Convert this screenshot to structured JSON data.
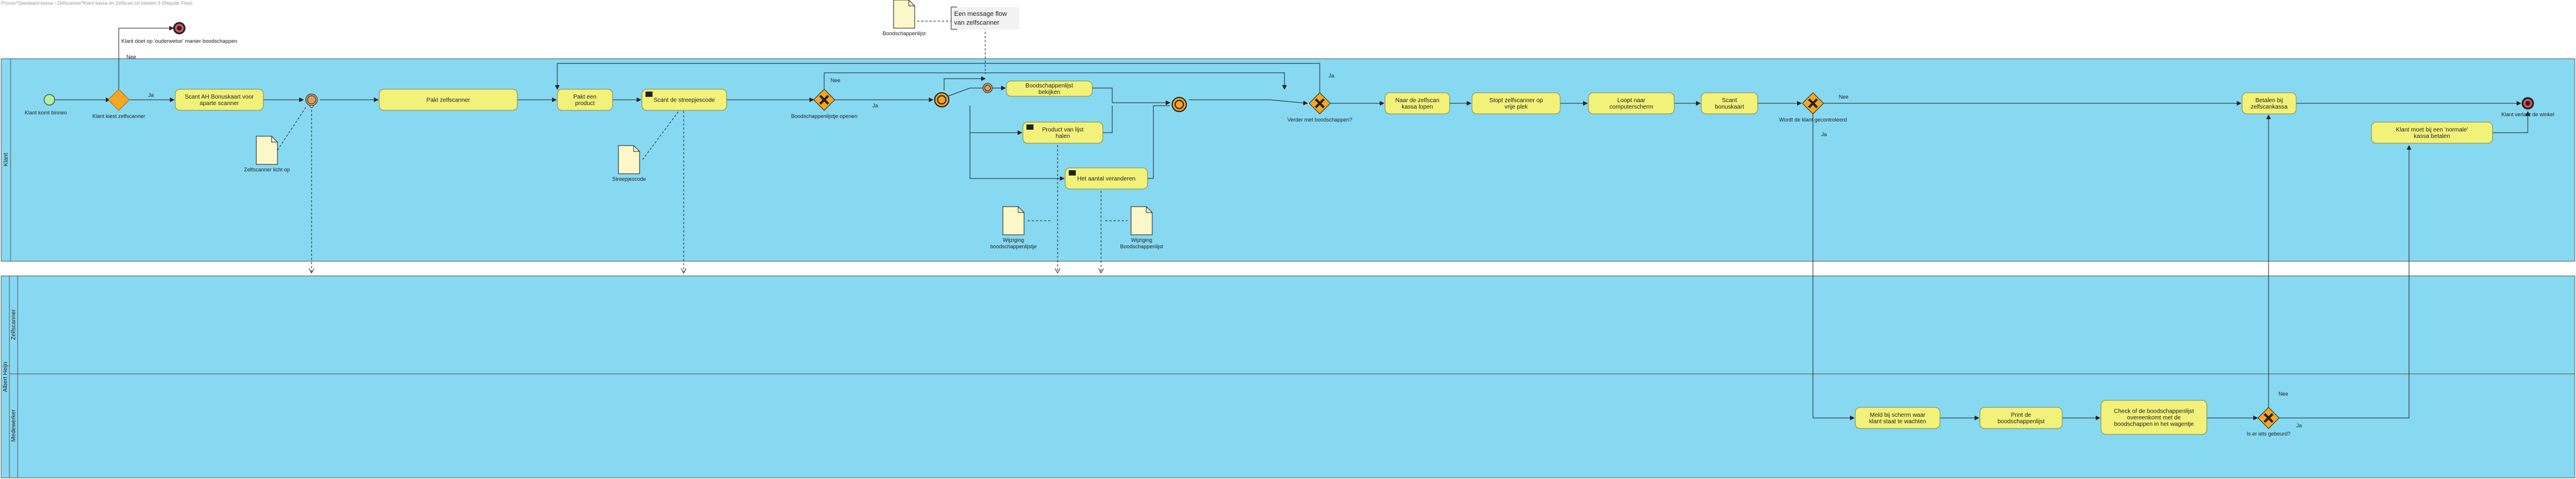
{
  "page": {
    "title": "Proces*Standaard kassa / Zelfscanner*Klant kassa en Zelfscan tot betalen 3 (Regular Flow)"
  },
  "pools": {
    "klant": {
      "name": "Klant"
    },
    "albert_heijn": {
      "name": "Albert Heijn",
      "lanes": {
        "zelfscanner": "Zelfscanner",
        "medewerker": "Medewerker"
      }
    }
  },
  "colors": {
    "pool_fill": "#87d9f2",
    "task_fill": "#f2f27a",
    "task_stroke": "#8a8a3a",
    "gateway": "#f5a623",
    "start_event": "#b6f09a",
    "end_event": "#e05060",
    "line": "#222222"
  },
  "events": {
    "start": "Klant komt binnen",
    "end_top": "Klant doet op 'ouderwetse' manier boodschappen",
    "end_main": "Klant verlaat de winkel"
  },
  "gateways": {
    "g1": "Klant kiest zelfscanner",
    "g2": "Boodschappenlijstje openen",
    "g3": "Verder met boodschappen?",
    "g4": "Wordt de klant gecontroleerd",
    "g5": "Is er iets gebeurd?"
  },
  "tasks": {
    "t1": "Scant AH Bonuskaart voor aparte scanner",
    "t2": "Pakt zelfscanner",
    "t3": "Pakt een product",
    "t4": "Scant de streepjescode",
    "t5": "Boodschappenlijst bekijken",
    "t6": "Product van lijst halen",
    "t7": "Het aantal veranderen",
    "t8": "Naar de zelfscan kassa lopen",
    "t9": "Stopt zelfscanner op vrije plek",
    "t10": "Loopt naar computerscherm",
    "t11": "Scant bonuskaart",
    "t12": "Betalen bij zelfscankassa",
    "t13": "Klant moet bij een 'normale' kassa betalen",
    "t14": "Meld bij scherm waar klant staat te wachten",
    "t15": "Print de boodschappenlijst",
    "t16": "Check of de boodschappenlijst overeenkomt met de boodschappen in het wagentje"
  },
  "data_objects": {
    "d1": "Zelfscanner licht op",
    "d2": "Streepjescode",
    "d3": "Wijziging boodschappenlijstje",
    "d4": "Wijziging Boodschappenlijst",
    "d5": "Boodschappenlijst"
  },
  "annotation": "Een message flow van zelfscanner",
  "flow_labels": {
    "ja": "Ja",
    "nee": "Nee"
  }
}
